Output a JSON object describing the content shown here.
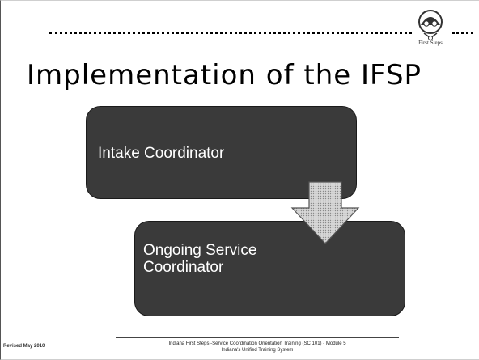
{
  "slide": {
    "logo_text": "First Steps",
    "title": "Implementation of the IFSP",
    "box1_label": "Intake Coordinator",
    "box2_label": "Ongoing Service Coordinator",
    "footer_revised": "Revised May 2010",
    "footer_line1": "Indiana First Steps -Service Coordination Orientation Training  (SC 101)  - Module 5",
    "footer_line2": "Indiana's Unified Training System"
  },
  "colors": {
    "box_fill": "#3a3a3a",
    "arrow_fill": "#c8c8c8"
  },
  "icons": {
    "logo": "first-steps-logo-icon",
    "arrow": "down-arrow-icon"
  }
}
